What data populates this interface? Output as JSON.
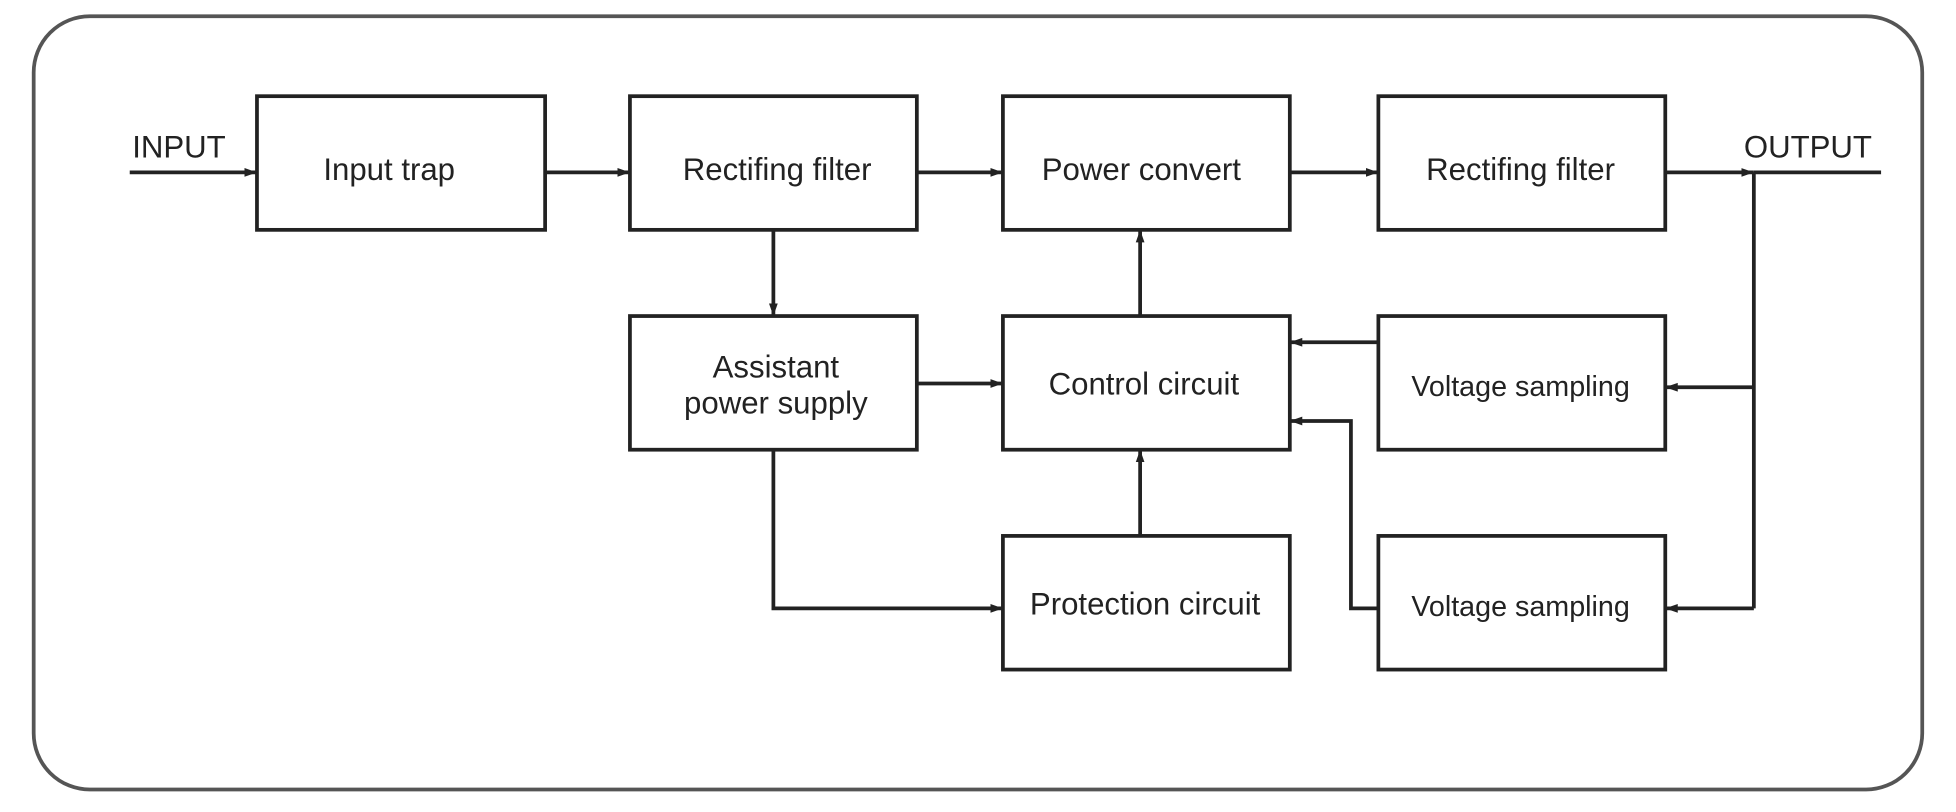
{
  "diagram": {
    "input_label": "INPUT",
    "output_label": "OUTPUT",
    "blocks": {
      "input_trap": "Input trap",
      "rectifing_filter_1": "Rectifing filter",
      "power_convert": "Power convert",
      "rectifing_filter_2": "Rectifing filter",
      "assistant_power_line1": "Assistant",
      "assistant_power_line2": "power supply",
      "control_circuit": "Control circuit",
      "voltage_sampling_1": "Voltage sampling",
      "protection_circuit": "Protection circuit",
      "voltage_sampling_2": "Voltage sampling"
    },
    "colors": {
      "stroke": "#222222",
      "frame": "#555555",
      "background": "#ffffff"
    }
  }
}
